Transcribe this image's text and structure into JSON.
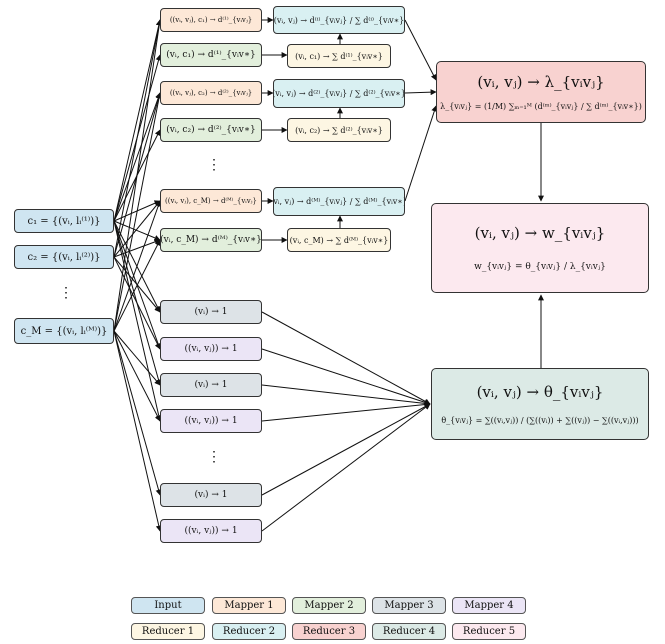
{
  "colors": {
    "input": "#cfe5f1",
    "mapper1": "#fde8d7",
    "mapper2": "#e2efdc",
    "mapper3": "#dde3e7",
    "mapper4": "#ebe5f6",
    "reducer1": "#fdf6e3",
    "reducer2": "#d9f0f2",
    "reducer3": "#f8d2d0",
    "reducer4": "#dceae6",
    "reducer5": "#fce9ef"
  },
  "inputs": {
    "c1": "c₁ = {(vᵢ, lᵢ⁽¹⁾)}",
    "c2": "c₂ = {(vᵢ, lᵢ⁽²⁾)}",
    "cM": "c_M = {(vᵢ, lᵢ⁽ᴹ⁾)}",
    "dots": "⋮"
  },
  "mapper1": {
    "r1": "((vᵢ, vⱼ), c₁) → d⁽¹⁾_{vᵢvⱼ}",
    "r2": "((vᵢ, vⱼ), c₂) → d⁽²⁾_{vᵢvⱼ}",
    "rM": "((vᵢ, vⱼ), c_M) → d⁽ᴹ⁾_{vᵢvⱼ}"
  },
  "mapper2": {
    "r1": "(vᵢ, c₁) → d⁽¹⁾_{vᵢv∗}",
    "r2": "(vᵢ, c₂) → d⁽²⁾_{vᵢv∗}",
    "rM": "(vᵢ, c_M) → d⁽ᴹ⁾_{vᵢv∗}"
  },
  "reducer2": {
    "r1": "(vᵢ, vⱼ) → d⁽ⁱ⁾_{vᵢvⱼ} / ∑ d⁽ⁱ⁾_{vᵢv∗}",
    "r2": "(vᵢ, vⱼ) → d⁽²⁾_{vᵢvⱼ} / ∑ d⁽²⁾_{vᵢv∗}",
    "rM": "(vᵢ, vⱼ) → d⁽ᴹ⁾_{vᵢvⱼ} / ∑ d⁽ᴹ⁾_{vᵢv∗}"
  },
  "reducer1": {
    "r1": "(vᵢ, c₁) → ∑ d⁽¹⁾_{vᵢv∗}",
    "r2": "(vᵢ, c₂) → ∑ d⁽²⁾_{vᵢv∗}",
    "rM": "(vᵢ, c_M) → ∑ d⁽ᴹ⁾_{vᵢv∗}"
  },
  "middle_dots": "⋮",
  "lower_dots": "⋮",
  "mapper3_label": "(vᵢ) → 1",
  "mapper4_label": "((vᵢ, vⱼ)) → 1",
  "reducer3": {
    "title": "(vᵢ, vⱼ) → λ_{vᵢvⱼ}",
    "formula": "λ_{vᵢvⱼ} = (1/M) ∑ₘ₌₁ᴹ (d⁽ᵐ⁾_{vᵢvⱼ} / ∑ d⁽ᵐ⁾_{vᵢv∗})"
  },
  "reducer5": {
    "title": "(vᵢ, vⱼ) → w_{vᵢvⱼ}",
    "formula": "w_{vᵢvⱼ} = θ_{vᵢvⱼ} / λ_{vᵢvⱼ}"
  },
  "reducer4": {
    "title": "(vᵢ, vⱼ) → θ_{vᵢvⱼ}",
    "formula": "θ_{vᵢvⱼ} = ∑((vᵢ,vⱼ)) / (∑((vᵢ)) + ∑((vⱼ)) − ∑((vᵢ,vⱼ)))"
  },
  "legend": {
    "input": "Input",
    "mapper1": "Mapper 1",
    "mapper2": "Mapper 2",
    "mapper3": "Mapper 3",
    "mapper4": "Mapper 4",
    "reducer1": "Reducer 1",
    "reducer2": "Reducer 2",
    "reducer3": "Reducer 3",
    "reducer4": "Reducer 4",
    "reducer5": "Reducer 5"
  }
}
